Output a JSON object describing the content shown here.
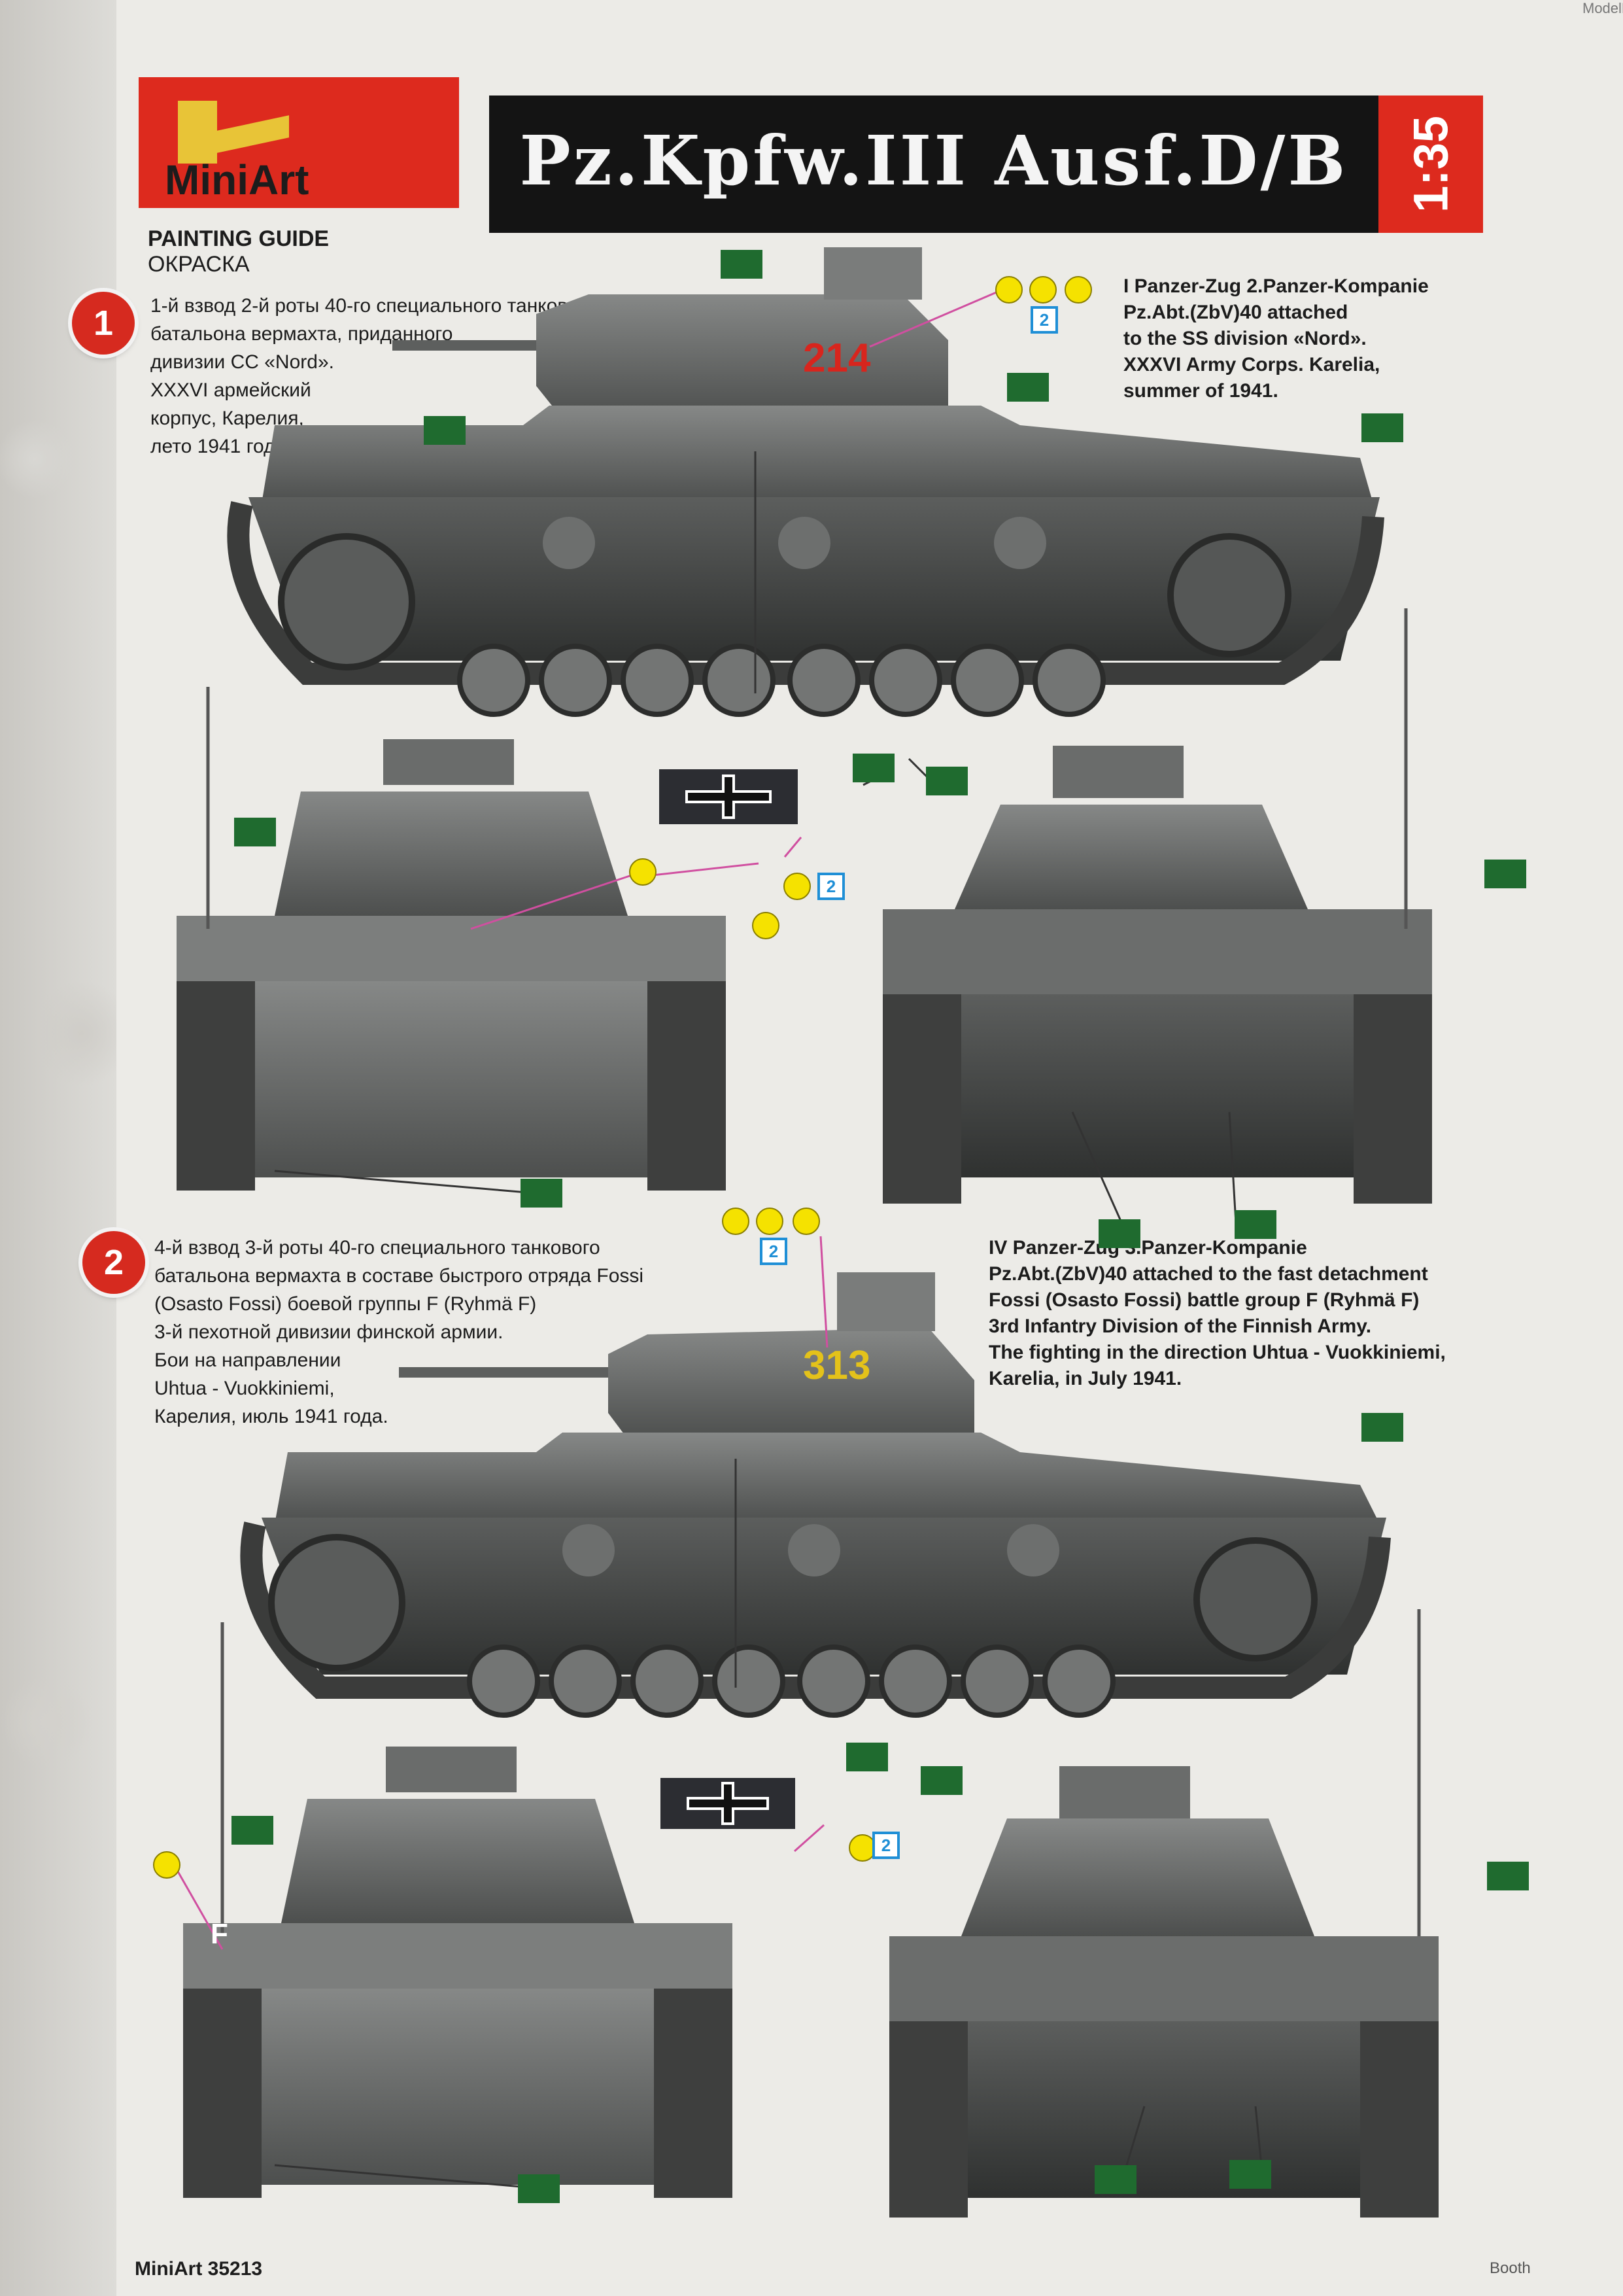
{
  "corner_tag": "ModelFan",
  "brand": {
    "name": "MiniArt"
  },
  "title": "Pz.Kpfw.III Ausf.D/B",
  "scale": "1:35",
  "guide": {
    "en": "PAINTING GUIDE",
    "ru": "ОКРАСКА"
  },
  "variants": [
    {
      "number": "1",
      "ru_lines": [
        "1-й взвод 2-й роты 40-го специального танкового",
        "батальона вермахта, приданного",
        "дивизии СС «Nord».",
        "XXXVI армейский",
        "корпус, Карелия,",
        "лето 1941 года."
      ],
      "en_lines": [
        "I Panzer-Zug 2.Panzer-Kompanie",
        "Pz.Abt.(ZbV)40 attached",
        "to the SS division «Nord».",
        "XXXVI Army Corps. Karelia,",
        "summer of 1941."
      ],
      "turret_number": "214",
      "turret_color": "#d8251d"
    },
    {
      "number": "2",
      "ru_lines": [
        "4-й взвод 3-й роты 40-го специального танкового",
        "батальона вермахта в составе быстрого отряда Fossi",
        "(Osasto Fossi) боевой группы F (Ryhmä F)",
        "3-й пехотной дивизии финской армии.",
        "Бои на направлении",
        "Uhtua - Vuokkiniemi,",
        "Карелия, июль 1941 года."
      ],
      "en_lines": [
        "IV Panzer-Zug 3.Panzer-Kompanie",
        "Pz.Abt.(ZbV)40 attached to the fast detachment",
        "Fossi (Osasto Fossi) battle group F (Ryhmä F)",
        "3rd Infantry Division of the Finnish Army.",
        "The fighting in the direction Uhtua - Vuokkiniemi,",
        "Karelia, in July 1941."
      ],
      "turret_number": "313",
      "turret_color": "#e4c21a",
      "plate_letter": "F"
    }
  ],
  "decal_marker": "2",
  "colors": {
    "paint_tag": "#1f6b2f",
    "decal_dot": "#f5e200",
    "tank_grey": "#6d6f6e"
  },
  "footer": {
    "left": "MiniArt 35213",
    "right": "Booth"
  }
}
